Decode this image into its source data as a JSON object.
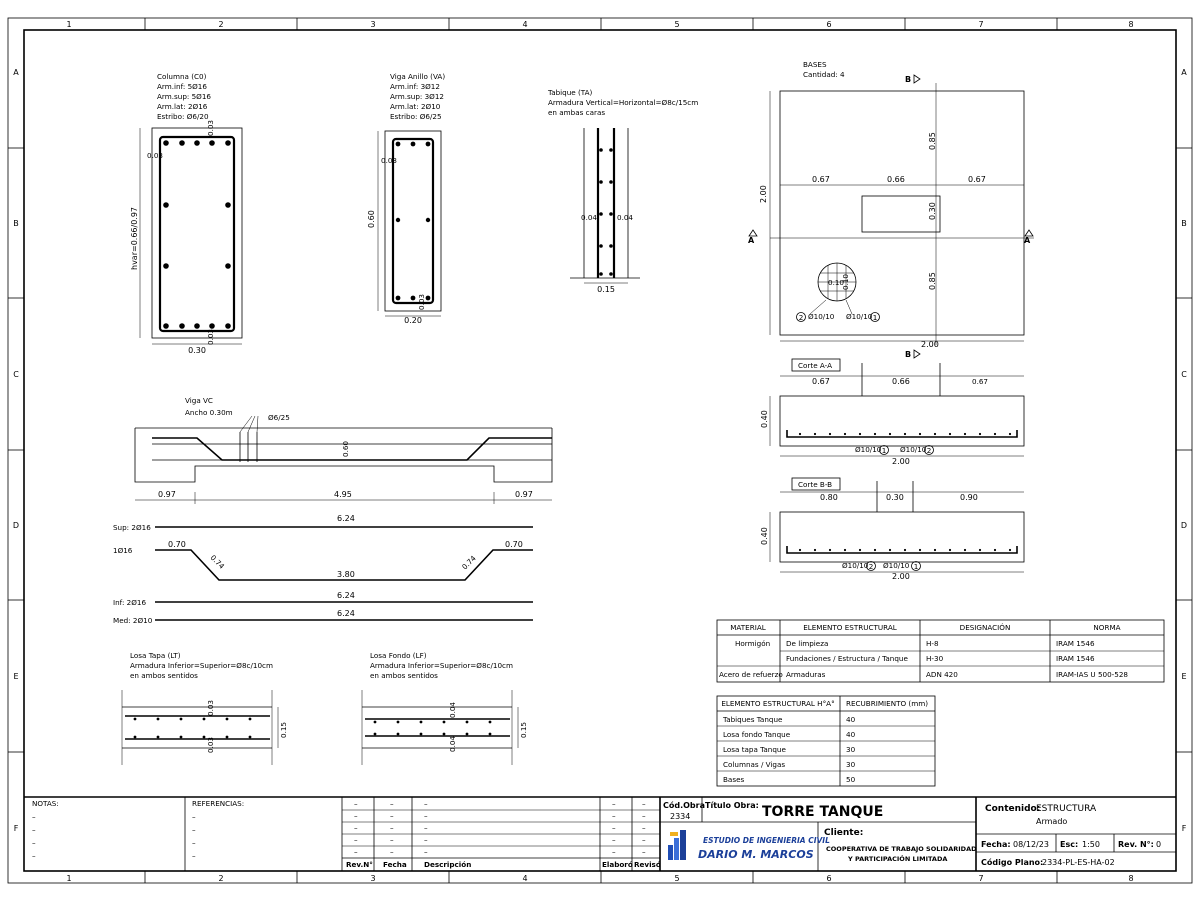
{
  "grid": {
    "cols": [
      "1",
      "2",
      "3",
      "4",
      "5",
      "6",
      "7",
      "8"
    ],
    "rows": [
      "A",
      "B",
      "C",
      "D",
      "E",
      "F"
    ]
  },
  "columna": {
    "title": "Columna (C0)",
    "lines": [
      "Arm.inf: 5Ø16",
      "Arm.sup: 5Ø16",
      "Arm.lat: 2Ø16",
      "Estribo: Ø6/20"
    ],
    "cover": "0.03",
    "height": "hvar=0.66/0.97",
    "width": "0.30"
  },
  "viga_anillo": {
    "title": "Viga Anillo (VA)",
    "lines": [
      "Arm.inf: 3Ø12",
      "Arm.sup: 3Ø12",
      "Arm.lat: 2Ø10",
      "Estribo: Ø6/25"
    ],
    "cover": "0.03",
    "height": "0.60",
    "width": "0.20"
  },
  "tabique": {
    "title": "Tabique (TA)",
    "lines": [
      "Armadura Vertical=Horizontal=Ø8c/15cm",
      "en ambas caras"
    ],
    "cover": "0.04",
    "width": "0.15"
  },
  "bases": {
    "title": "BASES",
    "qty": "Cantidad: 4",
    "marker_b": "B",
    "marker_a": "A",
    "dim_067": "0.67",
    "dim_066": "0.66",
    "dim_085": "0.85",
    "dim_030": "0.30",
    "dim_200": "2.00",
    "detail_010": "0.10",
    "bar_label_left": "Ø10/10",
    "bar_label_right": "Ø10/10",
    "mark_1": "1",
    "mark_2": "2"
  },
  "corte_aa": {
    "title": "Corte A-A",
    "d1": "0.67",
    "d2": "0.66",
    "d3": "0.67",
    "height": "0.40",
    "total": "2.00",
    "bar1": "Ø10/10",
    "bar2": "Ø10/10",
    "m1": "1",
    "m2": "2"
  },
  "corte_bb": {
    "title": "Corte B-B",
    "d1": "0.80",
    "d2": "0.30",
    "d3": "0.90",
    "height": "0.40",
    "total": "2.00",
    "bar1": "Ø10/10",
    "bar2": "Ø10/10",
    "m1": "2",
    "m2": "1"
  },
  "viga_vc": {
    "title": "Viga VC",
    "width": "Ancho 0.30m",
    "stirrup": "Ø6/25",
    "height": "0.60",
    "left": "0.97",
    "middle": "4.95",
    "right": "0.97"
  },
  "bars": {
    "sup_label": "Sup: 2Ø16",
    "sup_len": "6.24",
    "bent_label": "1Ø16",
    "bent_a": "0.70",
    "bent_b": "0.74",
    "bent_mid": "3.80",
    "bent_c": "0.74",
    "bent_d": "0.70",
    "inf_label": "Inf: 2Ø16",
    "inf_len": "6.24",
    "med_label": "Med: 2Ø10",
    "med_len": "6.24"
  },
  "losa_tapa": {
    "title": "Losa Tapa (LT)",
    "lines": [
      "Armadura Inferior=Superior=Ø8c/10cm",
      "en ambos sentidos"
    ],
    "c1": "0.03",
    "c2": "0.03",
    "h": "0.15"
  },
  "losa_fondo": {
    "title": "Losa Fondo (LF)",
    "lines": [
      "Armadura Inferior=Superior=Ø8c/10cm",
      "en ambos sentidos"
    ],
    "c1": "0.04",
    "c2": "0.04",
    "h": "0.15"
  },
  "material_table": {
    "headers": [
      "MATERIAL",
      "ELEMENTO ESTRUCTURAL",
      "DESIGNACIÓN",
      "NORMA"
    ],
    "rows": [
      [
        "Hormigón",
        "De limpieza",
        "H-8",
        "IRAM 1546"
      ],
      [
        "",
        "Fundaciones / Estructura / Tanque",
        "H-30",
        "IRAM 1546"
      ],
      [
        "Acero de refuerzo",
        "Armaduras",
        "ADN 420",
        "IRAM-IAS U 500-528"
      ]
    ]
  },
  "cover_table": {
    "headers": [
      "ELEMENTO ESTRUCTURAL H°A°",
      "RECUBRIMIENTO (mm)"
    ],
    "rows": [
      [
        "Tabiques Tanque",
        "40"
      ],
      [
        "Losa fondo Tanque",
        "40"
      ],
      [
        "Losa tapa Tanque",
        "30"
      ],
      [
        "Columnas / Vigas",
        "30"
      ],
      [
        "Bases",
        "50"
      ]
    ]
  },
  "titleblock": {
    "notas": "NOTAS:",
    "referencias": "REFERENCIAS:",
    "dash": "–",
    "rev": "Rev.N°",
    "fecha_col": "Fecha",
    "desc_col": "Descripción",
    "elaboro": "Elaboró",
    "reviso": "Revisó",
    "cod_obra_label": "Cód.Obra",
    "cod_obra": "2334",
    "titulo_label": "Título Obra:",
    "titulo": "TORRE TANQUE",
    "firm1": "ESTUDIO DE INGENIERIA CIVIL",
    "firm2": "DARIO M. MARCOS",
    "cliente_label": "Cliente:",
    "cliente1": "COOPERATIVA DE TRABAJO SOLIDARIDAD",
    "cliente2": "Y PARTICIPACIÓN LIMITADA",
    "contenido_label": "Contenido:",
    "contenido1": "ESTRUCTURA",
    "contenido2": "Armado",
    "fecha_label": "Fecha:",
    "fecha": "08/12/23",
    "esc_label": "Esc:",
    "esc": "1:50",
    "rev_label": "Rev. N°:",
    "rev_val": "0",
    "codigo_label": "Código Plano:",
    "codigo": "2334-PL-ES-HA-02"
  }
}
